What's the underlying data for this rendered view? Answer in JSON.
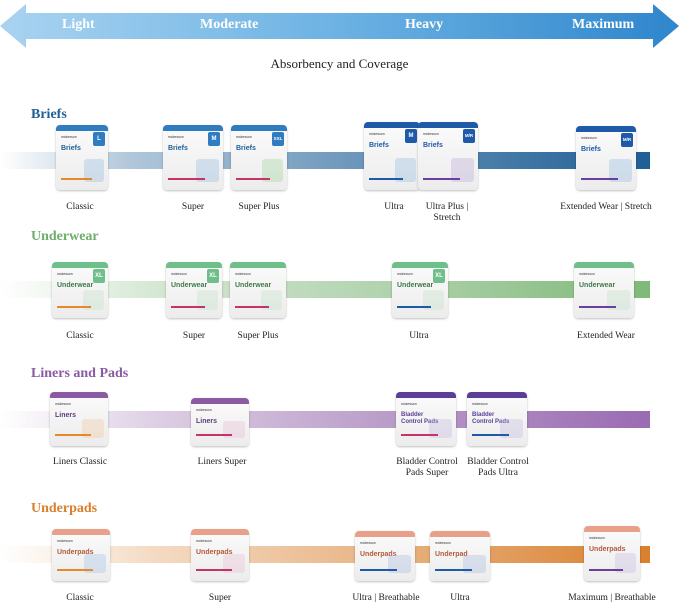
{
  "scale": {
    "labels": [
      "Light",
      "Moderate",
      "Heavy",
      "Maximum"
    ],
    "caption": "Absorbency and Coverage",
    "color": "#2e86c9"
  },
  "sections": {
    "briefs": {
      "title": "Briefs",
      "color": "#1f5f96",
      "products": {
        "classic": "Classic",
        "super": "Super",
        "super_plus": "Super Plus",
        "ultra": "Ultra",
        "ultra_plus_stretch_1": "Ultra Plus |",
        "ultra_plus_stretch_2": "Stretch",
        "extended_wear_stretch": "Extended Wear | Stretch"
      },
      "package_word": "Briefs",
      "badges": {
        "classic": "L",
        "super": "M",
        "super_plus": "XXL",
        "ultra": "M",
        "ultra_plus_stretch": "M/R",
        "extended_wear_stretch": "M/R"
      }
    },
    "underwear": {
      "title": "Underwear",
      "color": "#6fae6a",
      "products": {
        "classic": "Classic",
        "super": "Super",
        "super_plus": "Super Plus",
        "ultra": "Ultra",
        "extended_wear": "Extended Wear"
      },
      "package_word": "Underwear",
      "badges": {
        "classic": "XL",
        "super": "XL",
        "ultra": "XL"
      }
    },
    "liners": {
      "title": "Liners and Pads",
      "color": "#8a5aa3",
      "products": {
        "liners_classic": "Liners Classic",
        "liners_super": "Liners Super",
        "bladder_super_1": "Bladder Control",
        "bladder_super_2": "Pads Super",
        "bladder_ultra_1": "Bladder Control",
        "bladder_ultra_2": "Pads Ultra"
      },
      "package_words": {
        "liners": "Liners",
        "bladder": "Bladder Control Pads"
      }
    },
    "underpads": {
      "title": "Underpads",
      "color": "#d9802e",
      "products": {
        "classic": "Classic",
        "super": "Super",
        "ultra_breathable": "Ultra | Breathable",
        "ultra": "Ultra",
        "maximum_breathable": "Maximum | Breathable"
      },
      "package_words": {
        "underpads": "Underpads",
        "underpad": "Underpad"
      }
    }
  }
}
